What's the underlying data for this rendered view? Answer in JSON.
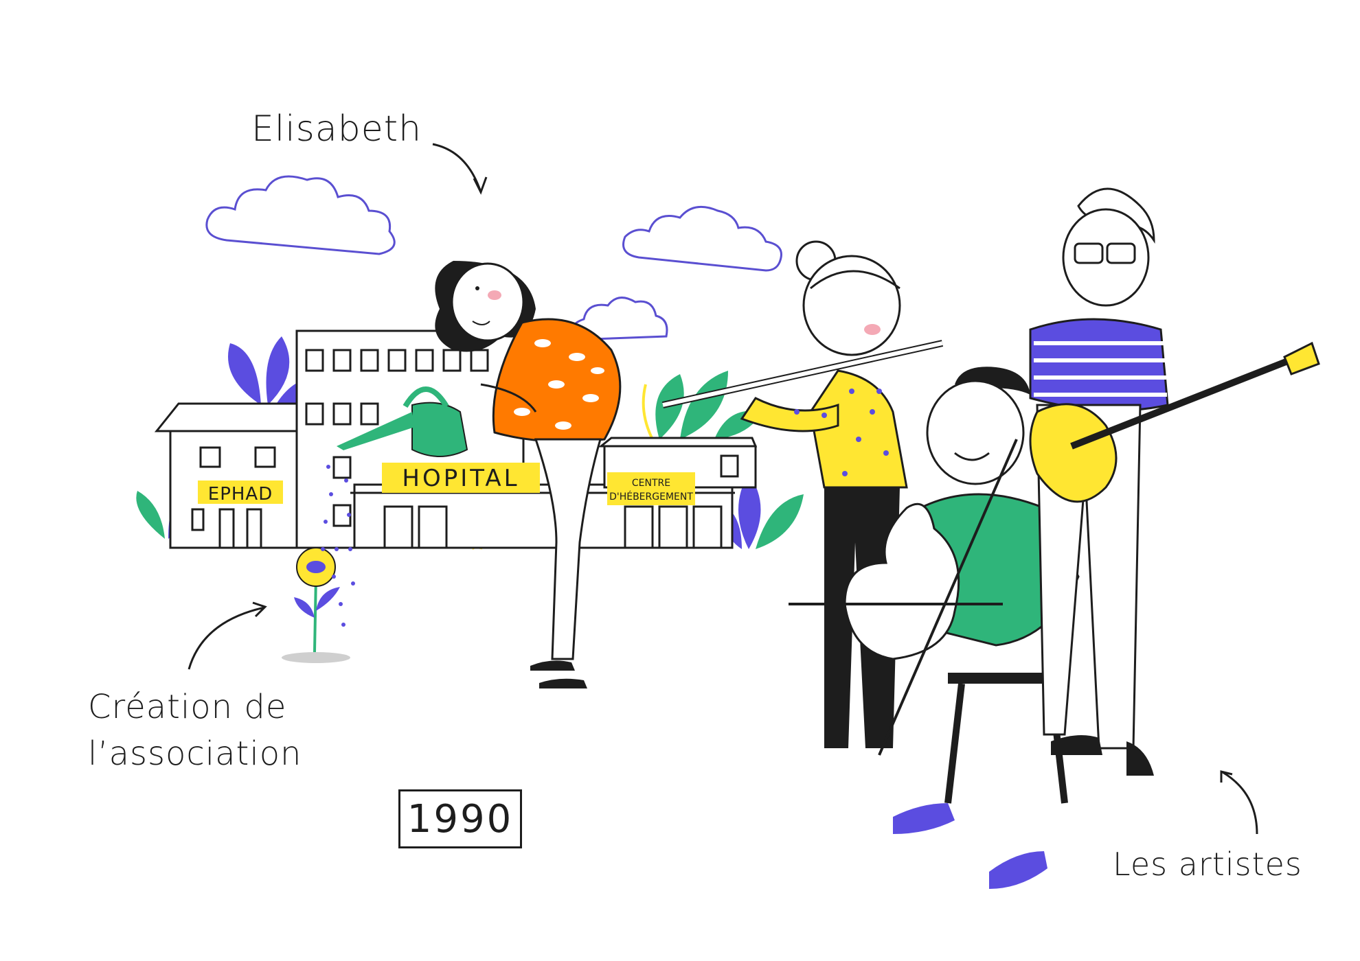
{
  "labels": {
    "elisabeth": "Elisabeth",
    "creation_line1": "Création de",
    "creation_line2": "l’association",
    "artistes": "Les artistes",
    "year": "1990"
  },
  "signs": {
    "ephad": "EPHAD",
    "hopital": "HOPITAL",
    "centre_line1": "CENTRE",
    "centre_line2": "D'HÉBERGEMENT"
  },
  "palette": {
    "orange": "#ff7a00",
    "yellow": "#ffe632",
    "green": "#2fb57a",
    "purple": "#5b4de0",
    "cloud": "#5a4fd1",
    "ink": "#1d1d1d"
  },
  "icons": {
    "cloud": "cloud-icon",
    "arrow": "curved-arrow-icon",
    "plant": "leaf-plant-icon",
    "flower": "sunflower-icon"
  }
}
